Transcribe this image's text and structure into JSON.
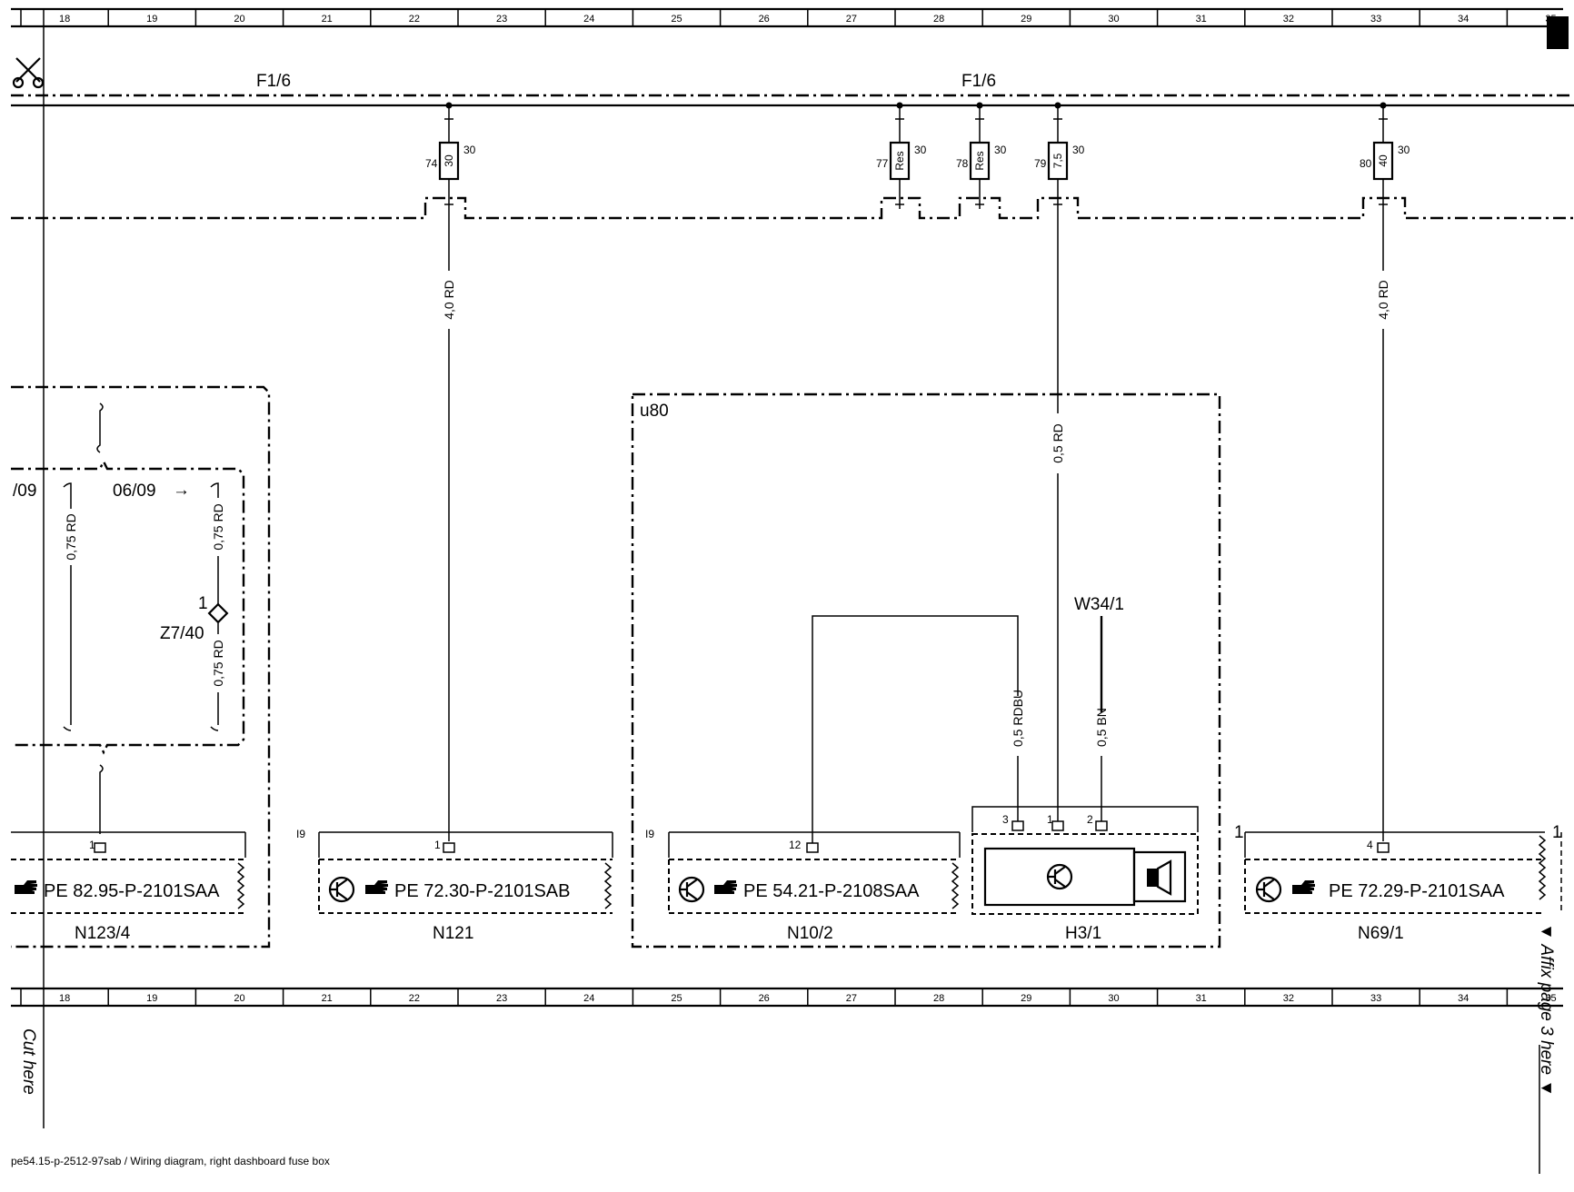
{
  "grid": {
    "columns": [
      "18",
      "19",
      "20",
      "21",
      "22",
      "23",
      "24",
      "25",
      "26",
      "27",
      "28",
      "29",
      "30",
      "31",
      "32",
      "33",
      "34",
      "35"
    ]
  },
  "icons": {
    "scissors": "scissors-icon",
    "hand": "pointing-hand-icon",
    "transistor": "transistor-icon",
    "horn": "horn-icon"
  },
  "bus": {
    "left_label": "F1/6",
    "right_label": "F1/6"
  },
  "fuses": [
    {
      "number": "74",
      "rating": "30",
      "terminal": "30"
    },
    {
      "number": "77",
      "rating": "Res",
      "terminal": "30"
    },
    {
      "number": "78",
      "rating": "Res",
      "terminal": "30"
    },
    {
      "number": "79",
      "rating": "7,5",
      "terminal": "30"
    },
    {
      "number": "80",
      "rating": "40",
      "terminal": "30"
    }
  ],
  "wires": {
    "n121_feed": "4,0 RD",
    "n69_feed": "4,0 RD",
    "h3_feed": "0,5 RD",
    "n123_left": "0,75 RD",
    "n123_right_top": "0,75 RD",
    "n123_right_bottom": "0,75 RD",
    "h3_pin3": "0,5 RDBU",
    "h3_pin2": "0,5 BN"
  },
  "labels": {
    "date_left": "/09",
    "date_right": "06/09",
    "date_arrow": "→",
    "splice": "Z7/40",
    "splice_pin": "1",
    "u80": "u80",
    "ground": "W34/1",
    "i9_left": "I9",
    "i9_right": "I9",
    "pin_one_left": "1",
    "pin_one_right": "1"
  },
  "components": [
    {
      "ref": "N123/4",
      "doc": "PE 82.95-P-2101SAA",
      "pin": "1"
    },
    {
      "ref": "N121",
      "doc": "PE 72.30-P-2101SAB",
      "pin": "1"
    },
    {
      "ref": "N10/2",
      "doc": "PE 54.21-P-2108SAA",
      "pin": "12"
    },
    {
      "ref": "H3/1",
      "pins": [
        "3",
        "1",
        "2"
      ]
    },
    {
      "ref": "N69/1",
      "doc": "PE 72.29-P-2101SAA",
      "pin": "4"
    }
  ],
  "margin": {
    "cut_here": "Cut here",
    "affix": "▼ Affix page 3 here ▼"
  },
  "footer": "pe54.15-p-2512-97sab / Wiring diagram, right dashboard fuse box"
}
